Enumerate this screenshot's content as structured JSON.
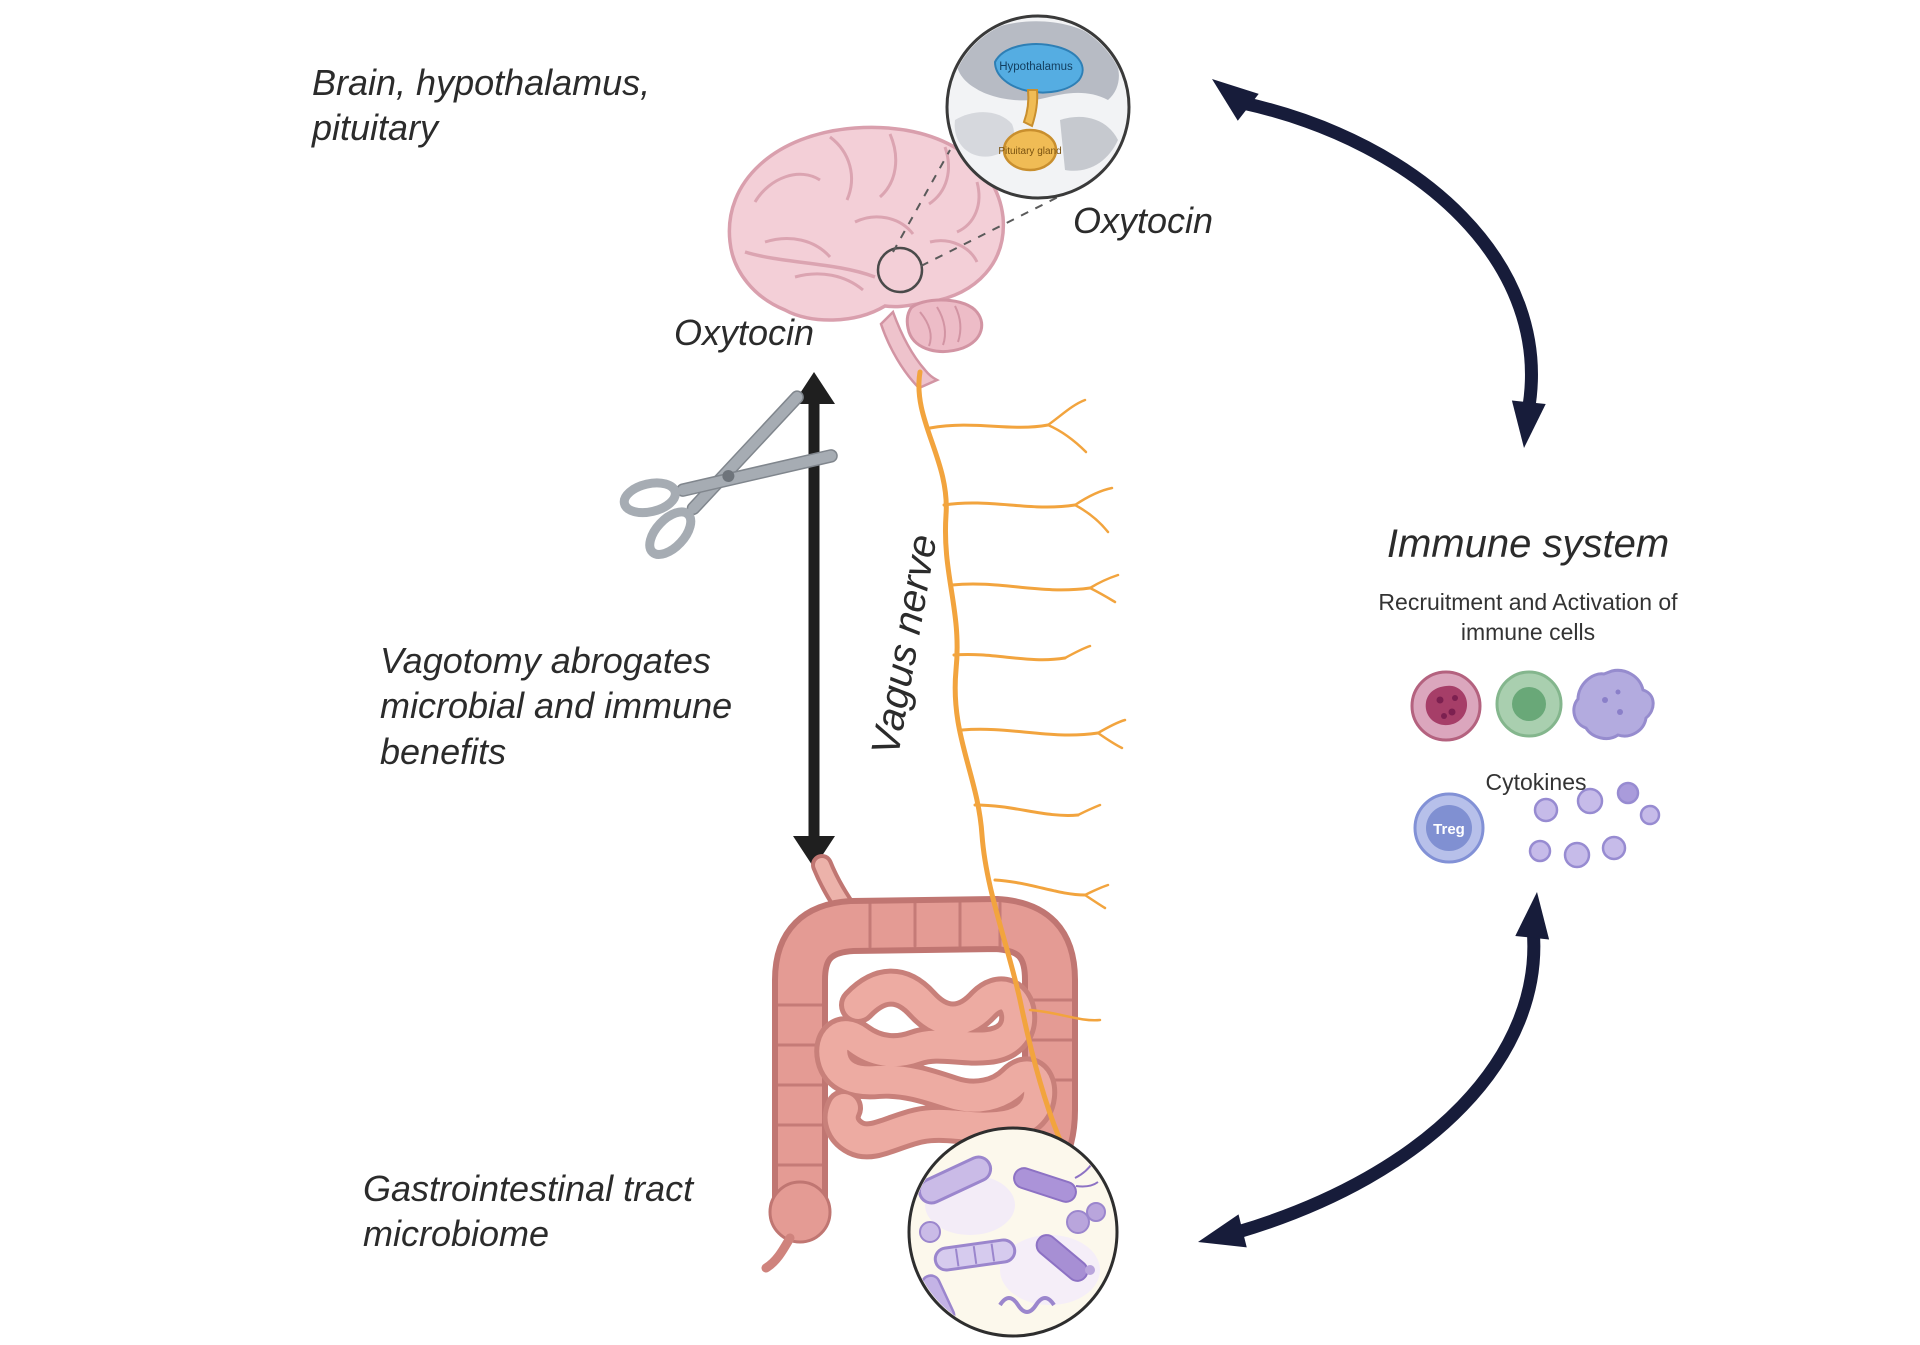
{
  "colors": {
    "text": "#2b2b2b",
    "curved_arrow_navy": "#171c3a",
    "cut_arrow_black": "#1f1f1f",
    "vagus_orange": "#f2a43e",
    "brain_pink": "#f3cfd7",
    "intestine_pink": "#e49b94",
    "hypothalamus_blue": "#55ade2",
    "pituitary_orange": "#f0bc55",
    "bacteria_purple": "#a78fd4",
    "immune_pink_cell": "#dba6bd",
    "immune_green_cell": "#a9cfaf",
    "immune_purple_cell": "#b3abdf",
    "scissors_gray": "#a6acb3"
  },
  "labels": {
    "brain_region": "Brain, hypothalamus,\npituitary",
    "oxytocin_inset": "Oxytocin",
    "oxytocin_brain": "Oxytocin",
    "vagus_nerve": "Vagus nerve",
    "vagotomy": "Vagotomy abrogates\nmicrobial and immune\nbenefits",
    "gi_tract": "Gastrointestinal tract\nmicrobiome",
    "immune_system": "Immune system",
    "recruitment": "Recruitment and Activation of\nimmune cells",
    "cytokines": "Cytokines",
    "treg": "Treg",
    "hypothalamus": "Hypothalamus",
    "pituitary_gland": "Pituitary gland"
  }
}
